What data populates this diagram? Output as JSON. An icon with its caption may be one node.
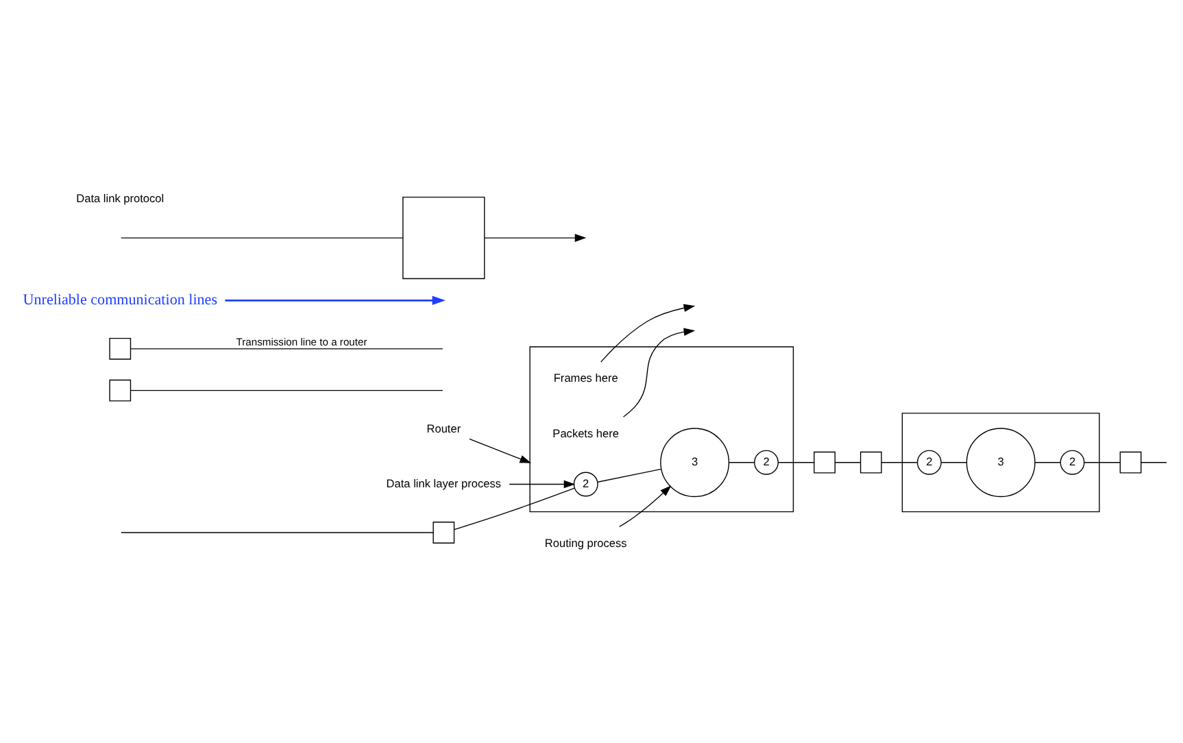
{
  "diagram": {
    "nodes": [
      {
        "text": [
          "Router"
        ]
      },
      {
        "text": [],
        "shape": "box"
      },
      {
        "text": [
          "Data link layer process"
        ]
      },
      {
        "text": [
          "Routing process"
        ]
      },
      {
        "text": [],
        "shape": "box"
      },
      {
        "text": [],
        "shape": "box"
      },
      {
        "text": [
          "2"
        ],
        "in": 4
      },
      {
        "text": [],
        "shape": "box"
      },
      {
        "text": [
          "2"
        ],
        "in": 1
      },
      {
        "text": [
          "3"
        ],
        "in": 1
      },
      {
        "text": [
          "2"
        ],
        "in": 1
      },
      {
        "text": [],
        "shape": "box"
      },
      {
        "text": [],
        "shape": "box"
      },
      {
        "text": [
          "2"
        ],
        "in": 4
      },
      {
        "text": [
          "3"
        ],
        "in": 4
      },
      {
        "text": [],
        "shape": "box"
      },
      {
        "text": [
          "Frames here"
        ],
        "in": 1
      },
      {
        "text": [
          "Packets here"
        ],
        "in": 1
      },
      {
        "text": [],
        "shape": "box"
      },
      {
        "text": [
          "Unreliable communication lines"
        ]
      },
      {
        "text": [],
        "shape": "box"
      }
    ],
    "edges": [
      {
        "from": 0,
        "to": 1,
        "arrow": "to"
      },
      {
        "from": 2,
        "to": 8,
        "arrow": "to"
      },
      {
        "from": 3,
        "to": 9,
        "arrow": "to"
      },
      {
        "from": null,
        "to": 7,
        "arrow": "none"
      },
      {
        "from": 7,
        "to": 8,
        "arrow": "none"
      },
      {
        "from": 8,
        "to": 9,
        "arrow": "none"
      },
      {
        "from": 9,
        "to": 10,
        "arrow": "none"
      },
      {
        "from": 10,
        "to": 11,
        "arrow": "none"
      },
      {
        "from": 11,
        "to": 12,
        "arrow": "none"
      },
      {
        "from": 12,
        "to": 13,
        "arrow": "none"
      },
      {
        "from": 13,
        "to": 14,
        "arrow": "none"
      },
      {
        "from": 14,
        "to": 6,
        "arrow": "none"
      },
      {
        "from": 6,
        "to": 5,
        "arrow": "none"
      },
      {
        "from": 5,
        "to": null,
        "arrow": "none"
      },
      {
        "from": 15,
        "to": null,
        "arrow": "none"
      },
      {
        "from": 18,
        "to": null,
        "arrow": "none",
        "label": "Transmission line to a router"
      },
      {
        "from": 16,
        "to": null,
        "arrow": "to"
      },
      {
        "from": 17,
        "to": null,
        "arrow": "to"
      },
      {
        "from": 19,
        "to": null,
        "arrow": "to",
        "color": "#1f3fff"
      },
      {
        "from": null,
        "to": 20,
        "arrow": "none"
      },
      {
        "from": 20,
        "to": null,
        "arrow": "to"
      }
    ],
    "labels": [
      "Data link protocol"
    ]
  }
}
